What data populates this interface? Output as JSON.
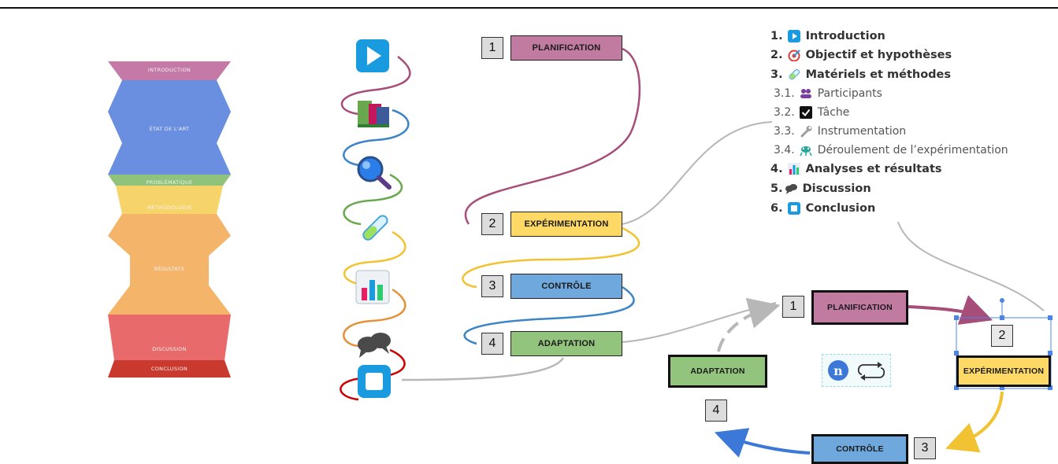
{
  "pyramid": {
    "sections": [
      "INTRODUCTION",
      "ÉTAT DE L'ART",
      "PROBLÉMATIQUE",
      "MÉTHODOLOGIE",
      "RÉSULTATS",
      "DISCUSSION",
      "CONCLUSION"
    ],
    "colors": {
      "introduction": "#c479a6",
      "etat": "#6b8fe0",
      "problematique": "#8fc27a",
      "methodologie": "#f7d46a",
      "resultats": "#f4b56b",
      "discussion": "#e86a6a",
      "conclusion": "#c9392d"
    }
  },
  "icons": [
    "play-icon",
    "books-icon",
    "magnifier-icon",
    "test-tube-icon",
    "bar-chart-icon",
    "speech-bubbles-icon",
    "square-icon"
  ],
  "steps": {
    "s1": {
      "num": "1",
      "label": "PLANIFICATION",
      "color": "#c27ba0"
    },
    "s2": {
      "num": "2",
      "label": "EXPÉRIMENTATION",
      "color": "#ffd966"
    },
    "s3": {
      "num": "3",
      "label": "CONTRÔLE",
      "color": "#6fa8dc"
    },
    "s4": {
      "num": "4",
      "label": "ADAPTATION",
      "color": "#93c47d"
    }
  },
  "toc": {
    "items": [
      {
        "num": "1.",
        "label": "Introduction",
        "icon": "play-icon"
      },
      {
        "num": "2.",
        "label": "Objectif et hypothèses",
        "icon": "target-icon"
      },
      {
        "num": "3.",
        "label": "Matériels et méthodes",
        "icon": "test-tube-icon"
      },
      {
        "num": "3.1.",
        "label": "Participants",
        "icon": "people-icon"
      },
      {
        "num": "3.2.",
        "label": "Tâche",
        "icon": "checkbox-icon"
      },
      {
        "num": "3.3.",
        "label": "Instrumentation",
        "icon": "wrench-icon"
      },
      {
        "num": "3.4.",
        "label": "Déroulement de l’expérimentation",
        "icon": "process-icon"
      },
      {
        "num": "4.",
        "label": "Analyses et résultats",
        "icon": "bar-chart-icon"
      },
      {
        "num": "5.",
        "label": "Discussion",
        "icon": "speech-bubbles-icon"
      },
      {
        "num": "6.",
        "label": "Conclusion",
        "icon": "square-icon"
      }
    ]
  },
  "cycle": {
    "plan": {
      "num": "1",
      "label": "PLANIFICATION"
    },
    "exp": {
      "num": "2",
      "label": "EXPÉRIMENTATION"
    },
    "ctrl": {
      "num": "3",
      "label": "CONTRÔLE"
    },
    "adapt": {
      "num": "4",
      "label": "ADAPTATION"
    },
    "badge": "n"
  }
}
